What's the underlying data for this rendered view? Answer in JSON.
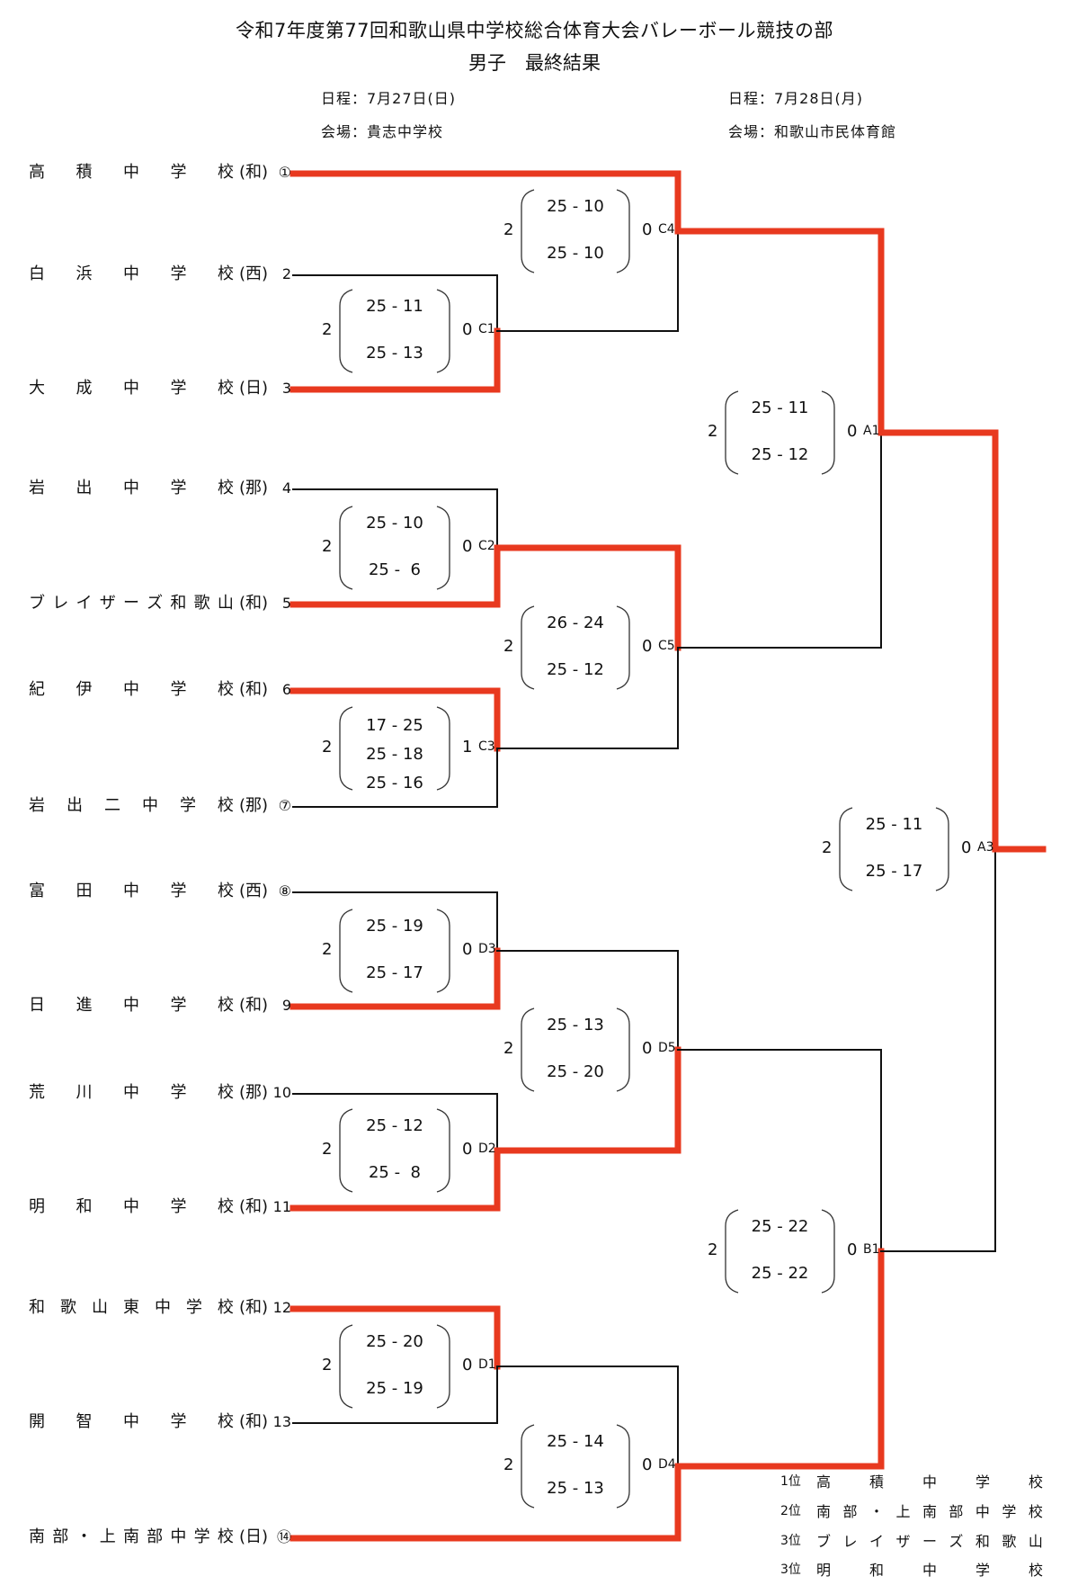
{
  "header": {
    "title": "令和7年度第77回和歌山県中学校総合体育大会バレーボール競技の部",
    "subtitle": "男子　最終結果",
    "day1": {
      "schedule": "日程：7月27日(日)",
      "venue": "会場：貴志中学校"
    },
    "day2": {
      "schedule": "日程：7月28日(月)",
      "venue": "会場：和歌山市民体育館"
    }
  },
  "colors": {
    "winner_line": "#e8391f",
    "line": "#111111"
  },
  "teams": [
    {
      "name": "高積中学校",
      "region": "(和)",
      "seed": "①"
    },
    {
      "name": "白浜中学校",
      "region": "(西)",
      "seed": "2"
    },
    {
      "name": "大成中学校",
      "region": "(日)",
      "seed": "3"
    },
    {
      "name": "岩出中学校",
      "region": "(那)",
      "seed": "4"
    },
    {
      "name": "ブレイザーズ和歌山",
      "region": "(和)",
      "seed": "5"
    },
    {
      "name": "紀伊中学校",
      "region": "(和)",
      "seed": "6"
    },
    {
      "name": "岩出二中学校",
      "region": "(那)",
      "seed": "⑦"
    },
    {
      "name": "富田中学校",
      "region": "(西)",
      "seed": "⑧"
    },
    {
      "name": "日進中学校",
      "region": "(和)",
      "seed": "9"
    },
    {
      "name": "荒川中学校",
      "region": "(那)",
      "seed": "10"
    },
    {
      "name": "明和中学校",
      "region": "(和)",
      "seed": "11"
    },
    {
      "name": "和歌山東中学校",
      "region": "(和)",
      "seed": "12"
    },
    {
      "name": "開智中学校",
      "region": "(和)",
      "seed": "13"
    },
    {
      "name": "南部・上南部中学校",
      "region": "(日)",
      "seed": "⑭"
    }
  ],
  "matches": [
    {
      "id": "C1",
      "sets_won": [
        "2",
        "0"
      ],
      "scores": [
        "25 - 11",
        "25 - 13"
      ]
    },
    {
      "id": "C2",
      "sets_won": [
        "2",
        "0"
      ],
      "scores": [
        "25 - 10",
        "25 -  6"
      ]
    },
    {
      "id": "C3",
      "sets_won": [
        "2",
        "1"
      ],
      "scores": [
        "17 - 25",
        "25 - 18",
        "25 - 16"
      ]
    },
    {
      "id": "C4",
      "sets_won": [
        "2",
        "0"
      ],
      "scores": [
        "25 - 10",
        "25 - 10"
      ]
    },
    {
      "id": "C5",
      "sets_won": [
        "2",
        "0"
      ],
      "scores": [
        "26 - 24",
        "25 - 12"
      ]
    },
    {
      "id": "A1",
      "sets_won": [
        "2",
        "0"
      ],
      "scores": [
        "25 - 11",
        "25 - 12"
      ]
    },
    {
      "id": "D3",
      "sets_won": [
        "2",
        "0"
      ],
      "scores": [
        "25 - 19",
        "25 - 17"
      ]
    },
    {
      "id": "D2",
      "sets_won": [
        "2",
        "0"
      ],
      "scores": [
        "25 - 12",
        "25 -  8"
      ]
    },
    {
      "id": "D1",
      "sets_won": [
        "2",
        "0"
      ],
      "scores": [
        "25 - 20",
        "25 - 19"
      ]
    },
    {
      "id": "D5",
      "sets_won": [
        "2",
        "0"
      ],
      "scores": [
        "25 - 13",
        "25 - 20"
      ]
    },
    {
      "id": "D4",
      "sets_won": [
        "2",
        "0"
      ],
      "scores": [
        "25 - 14",
        "25 - 13"
      ]
    },
    {
      "id": "B1",
      "sets_won": [
        "2",
        "0"
      ],
      "scores": [
        "25 - 22",
        "25 - 22"
      ]
    },
    {
      "id": "A3",
      "sets_won": [
        "2",
        "0"
      ],
      "scores": [
        "25 - 11",
        "25 - 17"
      ]
    }
  ],
  "rankings": [
    {
      "place": "1位",
      "name": "高積中学校"
    },
    {
      "place": "2位",
      "name": "南部・上南部中学校"
    },
    {
      "place": "3位",
      "name": "ブレイザーズ和歌山"
    },
    {
      "place": "3位",
      "name": "明和中学校"
    }
  ]
}
